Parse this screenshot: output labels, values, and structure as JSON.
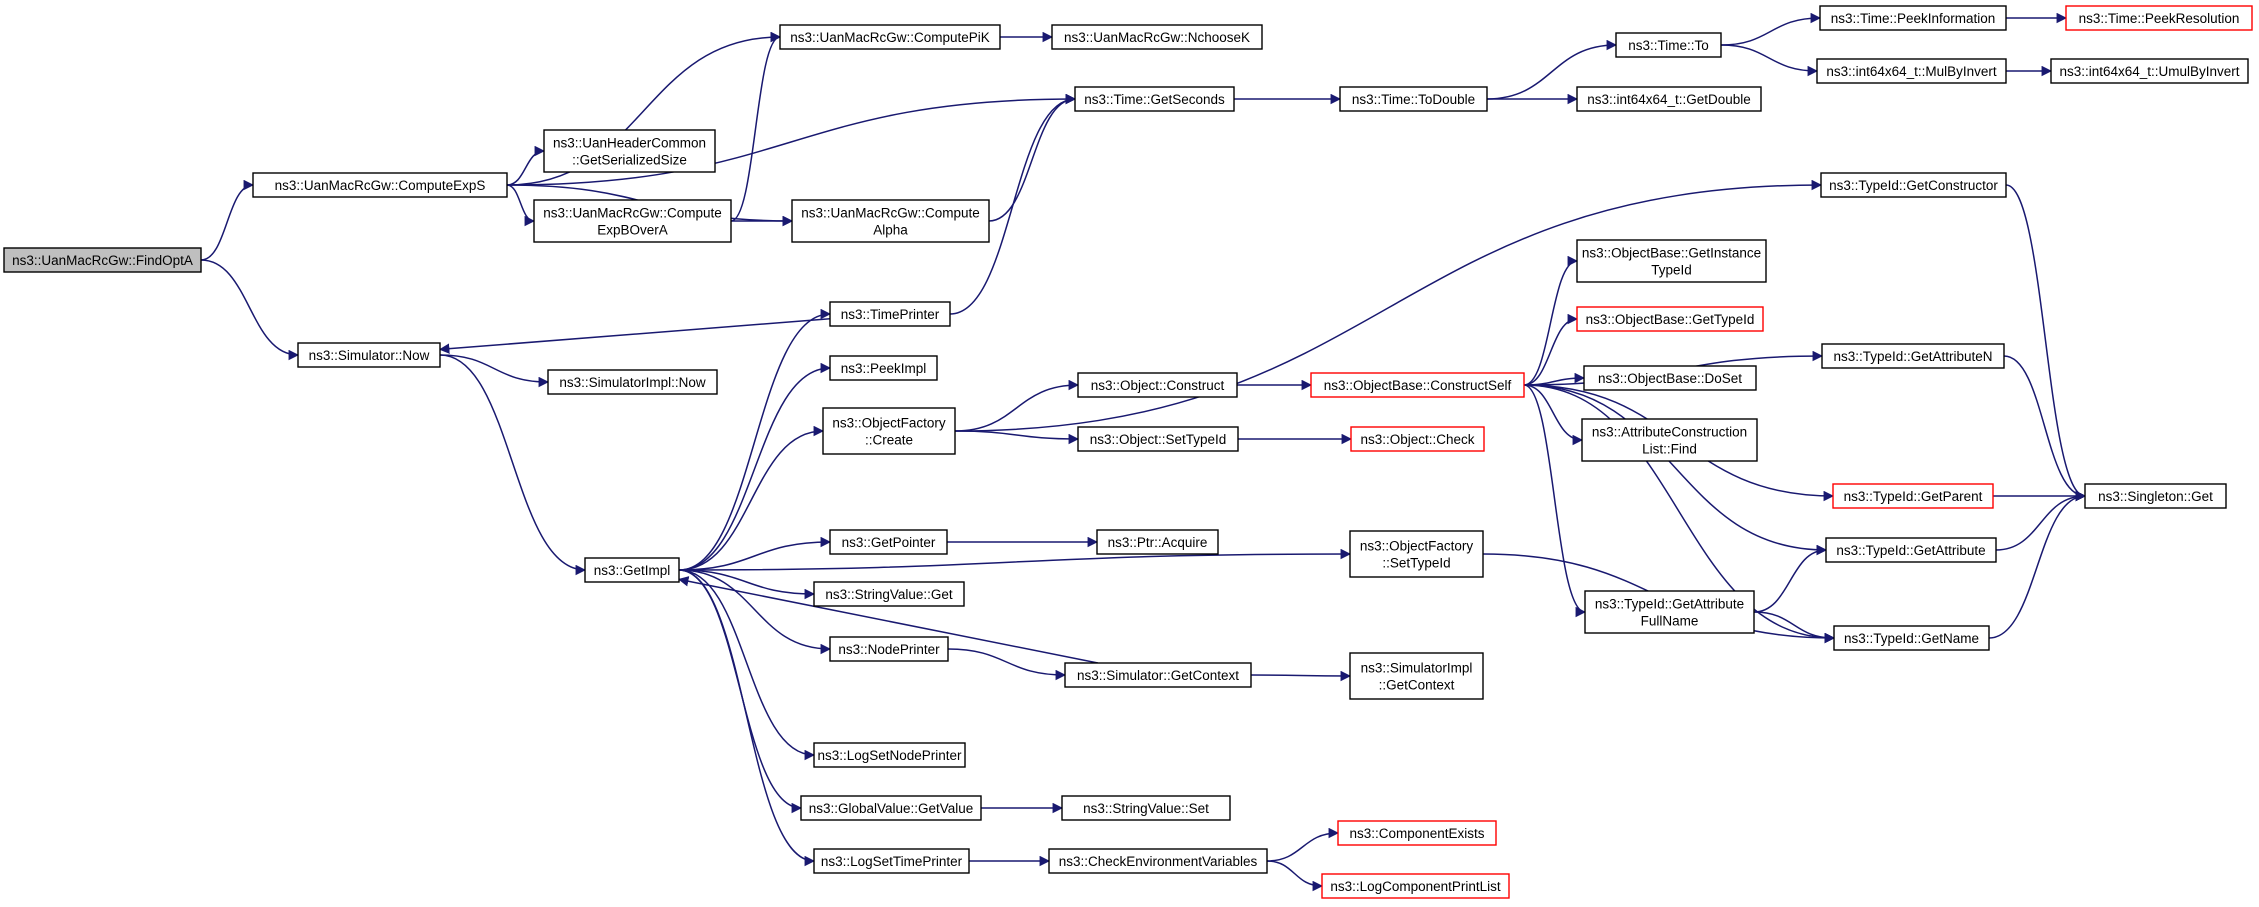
{
  "colors": {
    "edge": "#191970",
    "node_border": "#000000",
    "node_border_truncated": "#ff0000",
    "node_fill": "#ffffff",
    "root_fill": "#bfbfbf"
  },
  "nodes": [
    {
      "id": "FindOptA",
      "lines": [
        "ns3::UanMacRcGw::FindOptA"
      ],
      "root": true
    },
    {
      "id": "ComputeExpS",
      "lines": [
        "ns3::UanMacRcGw::ComputeExpS"
      ]
    },
    {
      "id": "SimNow",
      "lines": [
        "ns3::Simulator::Now"
      ]
    },
    {
      "id": "ComputePiK",
      "lines": [
        "ns3::UanMacRcGw::ComputePiK"
      ]
    },
    {
      "id": "NchooseK",
      "lines": [
        "ns3::UanMacRcGw::NchooseK"
      ]
    },
    {
      "id": "GetSerializedSize",
      "lines": [
        "ns3::UanHeaderCommon",
        "::GetSerializedSize"
      ]
    },
    {
      "id": "ComputeExpBOverA",
      "lines": [
        "ns3::UanMacRcGw::Compute",
        "ExpBOverA"
      ]
    },
    {
      "id": "ComputeAlpha",
      "lines": [
        "ns3::UanMacRcGw::Compute",
        "Alpha"
      ]
    },
    {
      "id": "GetSeconds",
      "lines": [
        "ns3::Time::GetSeconds"
      ]
    },
    {
      "id": "ToDouble",
      "lines": [
        "ns3::Time::ToDouble"
      ]
    },
    {
      "id": "TimeTo",
      "lines": [
        "ns3::Time::To"
      ]
    },
    {
      "id": "GetDouble",
      "lines": [
        "ns3::int64x64_t::GetDouble"
      ]
    },
    {
      "id": "PeekInformation",
      "lines": [
        "ns3::Time::PeekInformation"
      ]
    },
    {
      "id": "PeekResolution",
      "lines": [
        "ns3::Time::PeekResolution"
      ],
      "truncated": true
    },
    {
      "id": "MulByInvert",
      "lines": [
        "ns3::int64x64_t::MulByInvert"
      ]
    },
    {
      "id": "UmulByInvert",
      "lines": [
        "ns3::int64x64_t::UmulByInvert"
      ]
    },
    {
      "id": "SimImplNow",
      "lines": [
        "ns3::SimulatorImpl::Now"
      ]
    },
    {
      "id": "GetImpl",
      "lines": [
        "ns3::GetImpl"
      ]
    },
    {
      "id": "TimePrinter",
      "lines": [
        "ns3::TimePrinter"
      ]
    },
    {
      "id": "PeekImpl",
      "lines": [
        "ns3::PeekImpl"
      ]
    },
    {
      "id": "OFCreate",
      "lines": [
        "ns3::ObjectFactory",
        "::Create"
      ]
    },
    {
      "id": "GetPointer",
      "lines": [
        "ns3::GetPointer"
      ]
    },
    {
      "id": "StringValueGet",
      "lines": [
        "ns3::StringValue::Get"
      ]
    },
    {
      "id": "NodePrinter",
      "lines": [
        "ns3::NodePrinter"
      ]
    },
    {
      "id": "LogSetNodePrinter",
      "lines": [
        "ns3::LogSetNodePrinter"
      ]
    },
    {
      "id": "GVGetValue",
      "lines": [
        "ns3::GlobalValue::GetValue"
      ]
    },
    {
      "id": "LogSetTimePrinter",
      "lines": [
        "ns3::LogSetTimePrinter"
      ]
    },
    {
      "id": "ObjConstruct",
      "lines": [
        "ns3::Object::Construct"
      ]
    },
    {
      "id": "ObjSetTypeId",
      "lines": [
        "ns3::Object::SetTypeId"
      ]
    },
    {
      "id": "OFSetTypeId",
      "lines": [
        "ns3::ObjectFactory",
        "::SetTypeId"
      ]
    },
    {
      "id": "PtrAcquire",
      "lines": [
        "ns3::Ptr::Acquire"
      ]
    },
    {
      "id": "SimGetContext",
      "lines": [
        "ns3::Simulator::GetContext"
      ]
    },
    {
      "id": "SimImplGetContext",
      "lines": [
        "ns3::SimulatorImpl",
        "::GetContext"
      ]
    },
    {
      "id": "StringValueSet",
      "lines": [
        "ns3::StringValue::Set"
      ]
    },
    {
      "id": "CheckEnv",
      "lines": [
        "ns3::CheckEnvironmentVariables"
      ]
    },
    {
      "id": "ComponentExists",
      "lines": [
        "ns3::ComponentExists"
      ],
      "truncated": true
    },
    {
      "id": "LogComponentPrintList",
      "lines": [
        "ns3::LogComponentPrintList"
      ],
      "truncated": true
    },
    {
      "id": "ConstructSelf",
      "lines": [
        "ns3::ObjectBase::ConstructSelf"
      ],
      "truncated": true
    },
    {
      "id": "ObjectCheck",
      "lines": [
        "ns3::Object::Check"
      ],
      "truncated": true
    },
    {
      "id": "GetInstanceTypeId",
      "lines": [
        "ns3::ObjectBase::GetInstance",
        "TypeId"
      ]
    },
    {
      "id": "OBGetTypeId",
      "lines": [
        "ns3::ObjectBase::GetTypeId"
      ],
      "truncated": true
    },
    {
      "id": "DoSet",
      "lines": [
        "ns3::ObjectBase::DoSet"
      ]
    },
    {
      "id": "ACLFind",
      "lines": [
        "ns3::AttributeConstruction",
        "List::Find"
      ]
    },
    {
      "id": "GetAttributeFullName",
      "lines": [
        "ns3::TypeId::GetAttribute",
        "FullName"
      ]
    },
    {
      "id": "GetConstructor",
      "lines": [
        "ns3::TypeId::GetConstructor"
      ]
    },
    {
      "id": "GetAttributeN",
      "lines": [
        "ns3::TypeId::GetAttributeN"
      ]
    },
    {
      "id": "GetParent",
      "lines": [
        "ns3::TypeId::GetParent"
      ],
      "truncated": true
    },
    {
      "id": "GetAttribute",
      "lines": [
        "ns3::TypeId::GetAttribute"
      ]
    },
    {
      "id": "GetName",
      "lines": [
        "ns3::TypeId::GetName"
      ]
    },
    {
      "id": "SingletonGet",
      "lines": [
        "ns3::Singleton::Get"
      ]
    }
  ],
  "edges": [
    [
      "FindOptA",
      "ComputeExpS"
    ],
    [
      "FindOptA",
      "SimNow"
    ],
    [
      "ComputeExpS",
      "ComputePiK"
    ],
    [
      "ComputeExpS",
      "GetSeconds"
    ],
    [
      "ComputeExpS",
      "GetSerializedSize"
    ],
    [
      "ComputeExpS",
      "ComputeExpBOverA"
    ],
    [
      "ComputeExpS",
      "ComputeAlpha"
    ],
    [
      "ComputePiK",
      "NchooseK"
    ],
    [
      "ComputeExpBOverA",
      "ComputePiK"
    ],
    [
      "ComputeExpBOverA",
      "ComputeAlpha"
    ],
    [
      "ComputeAlpha",
      "GetSeconds"
    ],
    [
      "GetSeconds",
      "ToDouble"
    ],
    [
      "ToDouble",
      "TimeTo"
    ],
    [
      "ToDouble",
      "GetDouble"
    ],
    [
      "TimeTo",
      "PeekInformation"
    ],
    [
      "TimeTo",
      "MulByInvert"
    ],
    [
      "PeekInformation",
      "PeekResolution"
    ],
    [
      "MulByInvert",
      "UmulByInvert"
    ],
    [
      "SimNow",
      "SimImplNow"
    ],
    [
      "SimNow",
      "GetImpl"
    ],
    [
      "GetImpl",
      "TimePrinter"
    ],
    [
      "GetImpl",
      "PeekImpl"
    ],
    [
      "GetImpl",
      "OFCreate"
    ],
    [
      "GetImpl",
      "OFSetTypeId"
    ],
    [
      "GetImpl",
      "GetPointer"
    ],
    [
      "GetImpl",
      "StringValueGet"
    ],
    [
      "GetImpl",
      "NodePrinter"
    ],
    [
      "GetImpl",
      "LogSetNodePrinter"
    ],
    [
      "GetImpl",
      "GVGetValue"
    ],
    [
      "GetImpl",
      "LogSetTimePrinter"
    ],
    [
      "TimePrinter",
      "SimNow"
    ],
    [
      "TimePrinter",
      "GetSeconds"
    ],
    [
      "SimGetContext",
      "GetImpl"
    ],
    [
      "OFCreate",
      "GetConstructor"
    ],
    [
      "OFCreate",
      "ObjConstruct"
    ],
    [
      "OFCreate",
      "ObjSetTypeId"
    ],
    [
      "GetPointer",
      "PtrAcquire"
    ],
    [
      "NodePrinter",
      "SimGetContext"
    ],
    [
      "SimGetContext",
      "SimImplGetContext"
    ],
    [
      "GVGetValue",
      "StringValueSet"
    ],
    [
      "LogSetTimePrinter",
      "CheckEnv"
    ],
    [
      "CheckEnv",
      "ComponentExists"
    ],
    [
      "CheckEnv",
      "LogComponentPrintList"
    ],
    [
      "ObjConstruct",
      "ConstructSelf"
    ],
    [
      "ObjSetTypeId",
      "ObjectCheck"
    ],
    [
      "ConstructSelf",
      "GetInstanceTypeId"
    ],
    [
      "ConstructSelf",
      "OBGetTypeId"
    ],
    [
      "ConstructSelf",
      "DoSet"
    ],
    [
      "ConstructSelf",
      "ACLFind"
    ],
    [
      "ConstructSelf",
      "GetAttributeN"
    ],
    [
      "ConstructSelf",
      "GetParent"
    ],
    [
      "ConstructSelf",
      "GetAttribute"
    ],
    [
      "ConstructSelf",
      "GetAttributeFullName"
    ],
    [
      "ConstructSelf",
      "GetName"
    ],
    [
      "GetAttributeFullName",
      "GetAttribute"
    ],
    [
      "GetAttributeFullName",
      "GetName"
    ],
    [
      "OFSetTypeId",
      "GetName"
    ],
    [
      "GetConstructor",
      "SingletonGet"
    ],
    [
      "GetAttributeN",
      "SingletonGet"
    ],
    [
      "GetParent",
      "SingletonGet"
    ],
    [
      "GetAttribute",
      "SingletonGet"
    ],
    [
      "GetName",
      "SingletonGet"
    ]
  ]
}
